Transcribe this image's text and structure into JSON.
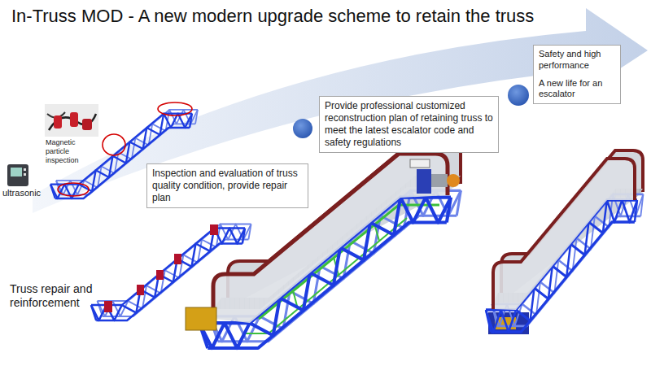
{
  "diagram": {
    "title": "In-Truss MOD - A new modern upgrade scheme to retain the truss",
    "nodes": [
      {
        "text": [
          "Inspection and evaluation of truss quality condition, provide repair plan"
        ]
      },
      {
        "text": [
          "Provide professional customized reconstruction plan of retaining truss to meet the latest escalator code and safety regulations"
        ]
      },
      {
        "text": [
          "Safety and high performance",
          "A new life for an escalator"
        ]
      }
    ],
    "labels": [
      "Magnetic particle inspection",
      "ultrasonic",
      "Truss repair and reinforcement"
    ]
  }
}
